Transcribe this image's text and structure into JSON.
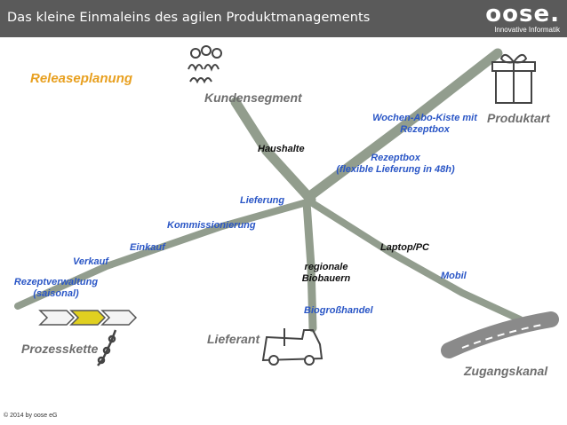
{
  "header": {
    "title": "Das kleine Einmaleins des agilen Produktmanagements",
    "logo_word": "oose.",
    "logo_tagline": "Innovative Informatik"
  },
  "heading": "Releaseplanung",
  "dimensions": {
    "kundensegment": "Kundensegment",
    "produktart": "Produktart",
    "prozesskette": "Prozesskette",
    "lieferant": "Lieferant",
    "zugangskanal": "Zugangskanal"
  },
  "items": {
    "haushalte": "Haushalte",
    "wochen_abo_kiste": "Wochen-Abo-Kiste mit",
    "wochen_abo_kiste_2": "Rezeptbox",
    "rezeptbox": "Rezeptbox",
    "rezeptbox_2": "(flexible Lieferung in 48h)",
    "lieferung": "Lieferung",
    "kommissionierung": "Kommissionierung",
    "einkauf": "Einkauf",
    "verkauf": "Verkauf",
    "rezeptverwaltung": "Rezeptverwaltung",
    "rezeptverwaltung_2": "(saisonal)",
    "laptop": "Laptop/PC",
    "mobil": "Mobil",
    "regionale": "regionale",
    "biobauern": "Biobauern",
    "biogrosshandel": "Biogroßhandel"
  },
  "footer": {
    "copyright": "© 2014 by oose eG"
  },
  "colors": {
    "header_bg": "#5a5a5a",
    "accent_orange": "#e8a020",
    "label_blue": "#2a56c6",
    "axis_green_gray": "#7f8c7a",
    "chevron_yellow": "#e0d020"
  }
}
